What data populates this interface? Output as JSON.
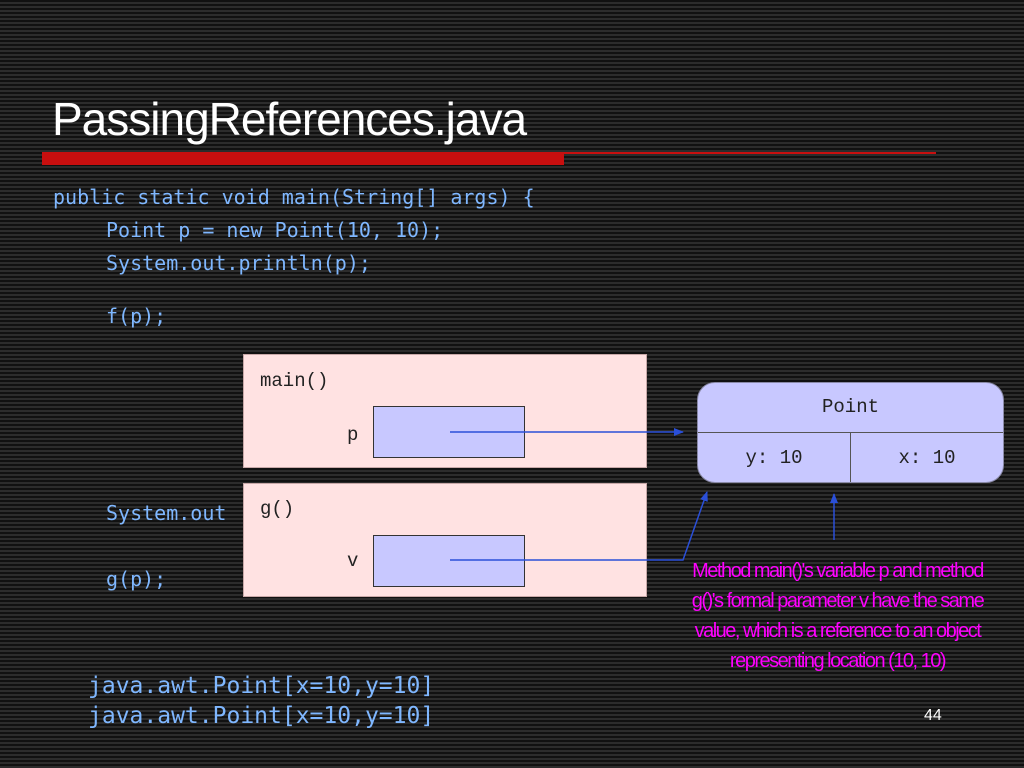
{
  "slide": {
    "title": "PassingReferences.java",
    "number": "44"
  },
  "code": {
    "line1": "public static void main(String[] args) {",
    "line2": "Point p = new Point(10, 10);",
    "line3": "System.out.println(p);",
    "line4": "f(p);",
    "line5": "System.out",
    "line6": "g(p);"
  },
  "frames": {
    "main_label": "main()",
    "main_var": "p",
    "g_label": "g()",
    "g_var": "v"
  },
  "point_object": {
    "class_name": "Point",
    "field_y": "y: 10",
    "field_x": "x: 10"
  },
  "annotation": {
    "caption": "Method main()'s variable p and method g()'s formal parameter v have the same value, which is a reference to an object representing location (10, 10)"
  },
  "output": {
    "line1": "java.awt.Point[x=10,y=10]",
    "line2": "java.awt.Point[x=10,y=10]"
  },
  "colors": {
    "title_bar": "#c80f0f",
    "code_text": "#7fb7ff",
    "frame_fill": "#ffe2e2",
    "reference_fill": "#c8c8ff",
    "arrow": "#2a4fd8",
    "caption": "#ff00ff"
  }
}
